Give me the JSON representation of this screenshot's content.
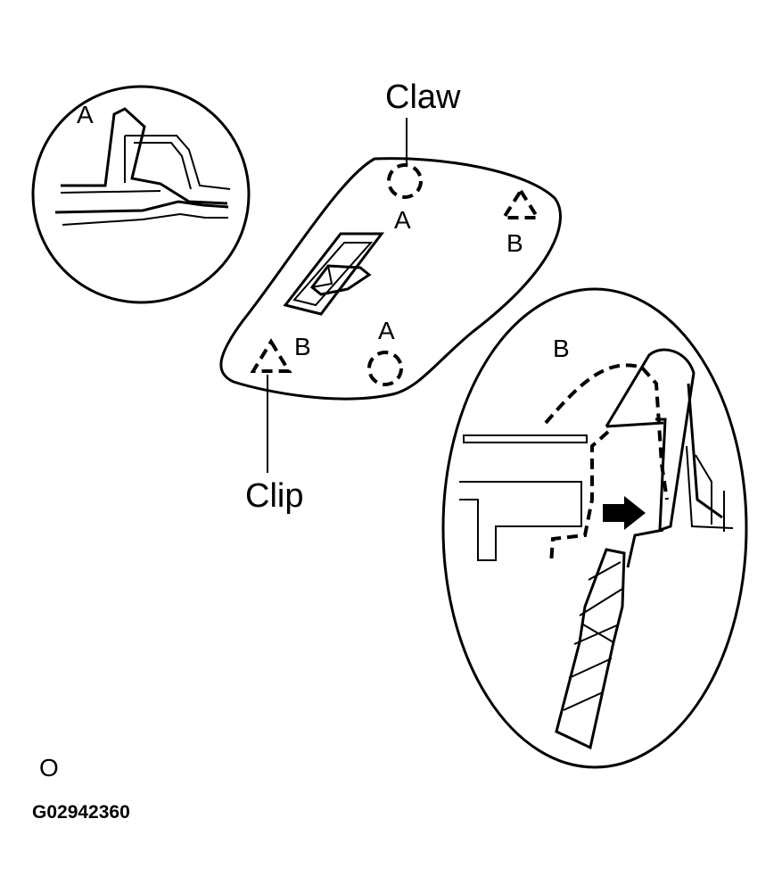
{
  "labels": {
    "claw": "Claw",
    "clip": "Clip",
    "claw_pos_top": "A",
    "claw_pos_bottom": "A",
    "clip_pos_right": "B",
    "clip_pos_left": "B",
    "detail_a": "A",
    "detail_b": "B",
    "view_mark": "O",
    "figure_id": "G02942360"
  }
}
